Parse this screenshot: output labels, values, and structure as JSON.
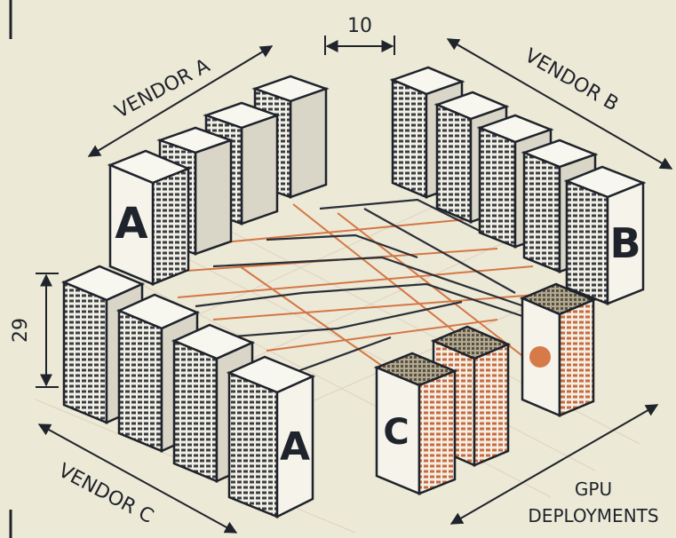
{
  "labels": {
    "vendor_a": "VENDOR A",
    "vendor_b": "VENDOR B",
    "vendor_c": "VENDOR C",
    "dim_top": "10",
    "dim_left": "29",
    "gpu_line1": "GPU",
    "gpu_line2": "DEPLOYMENTS"
  },
  "rack_letters": {
    "rack_a_back": "A",
    "rack_b": "B",
    "rack_a_front": "A",
    "rack_c": "C"
  },
  "colors": {
    "ink": "#1f232b",
    "paper": "#ece9d6",
    "accent_orange": "#d0642e",
    "accent_blue": "#2e4a78"
  }
}
